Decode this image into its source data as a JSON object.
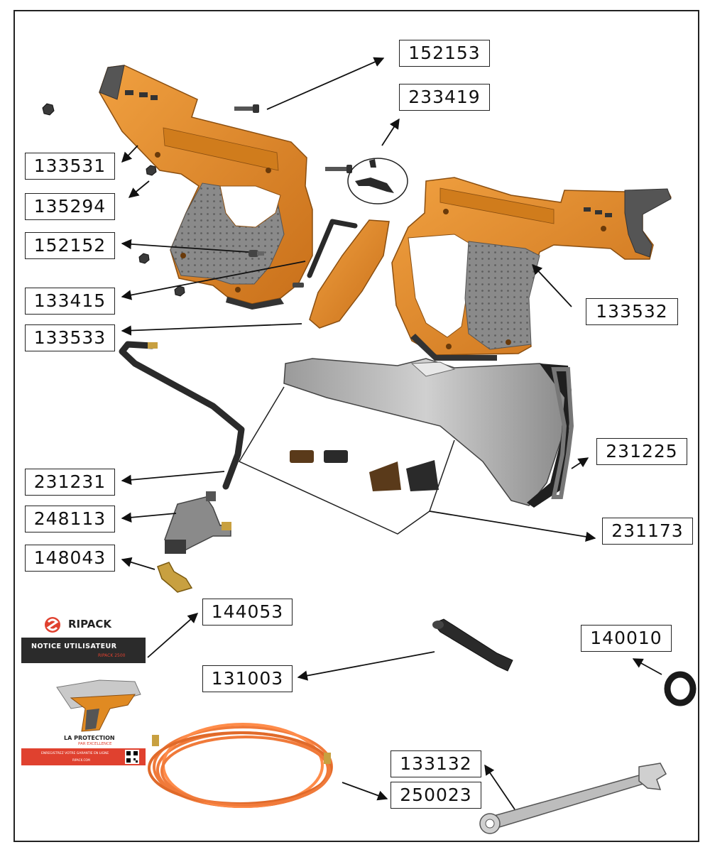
{
  "part_numbers": {
    "p152153": "152153",
    "p233419": "233419",
    "p133531": "133531",
    "p135294": "135294",
    "p152152": "152152",
    "p133415": "133415",
    "p133533": "133533",
    "p133532": "133532",
    "p231225": "231225",
    "p231231": "231231",
    "p248113": "248113",
    "p231173": "231173",
    "p148043": "148043",
    "p144053": "144053",
    "p140010": "140010",
    "p131003": "131003",
    "p133132": "133132",
    "p250023": "250023"
  },
  "manual": {
    "brand": "RIPACK",
    "brand_sup": "",
    "title": "NOTICE UTILISATEUR",
    "model": "RIPACK 2500",
    "tagline": "LA PROTECTION",
    "tagline_sub": "PAR EXCELLENCE",
    "footer": "ENREGISTREZ VOTRE GARANTIE EN LIGNE",
    "footer_url": "RIPACK.COM"
  },
  "colors": {
    "housing_orange": "#e08a22",
    "grip_grey": "#8c8c8c",
    "steel_dark": "#2a2a2a",
    "nozzle_grey": "#b5b5b5",
    "hose_orange": "#f07a3a",
    "brass": "#c8a040",
    "brand_red": "#e0412f"
  }
}
